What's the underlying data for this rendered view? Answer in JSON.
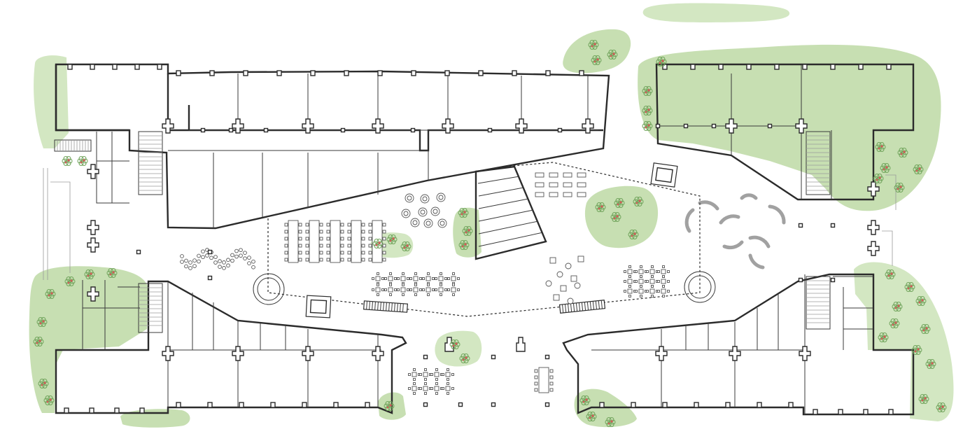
{
  "plan": {
    "colors": {
      "greenery": "#c7dfb2",
      "greenery_light": "#d3e7c2",
      "walls": "#2b2b2b",
      "furniture": "#555555",
      "plant_leaf": "#6fa35a",
      "plant_flower": "#d25a57",
      "background": "#ffffff"
    },
    "icons": [
      "tree-icon",
      "stair-icon",
      "column-icon",
      "table-icon",
      "seat-icon"
    ],
    "layers": [
      "green-areas",
      "walls",
      "stairs",
      "furniture",
      "plants",
      "central-atrium-dashed-boundary"
    ]
  }
}
